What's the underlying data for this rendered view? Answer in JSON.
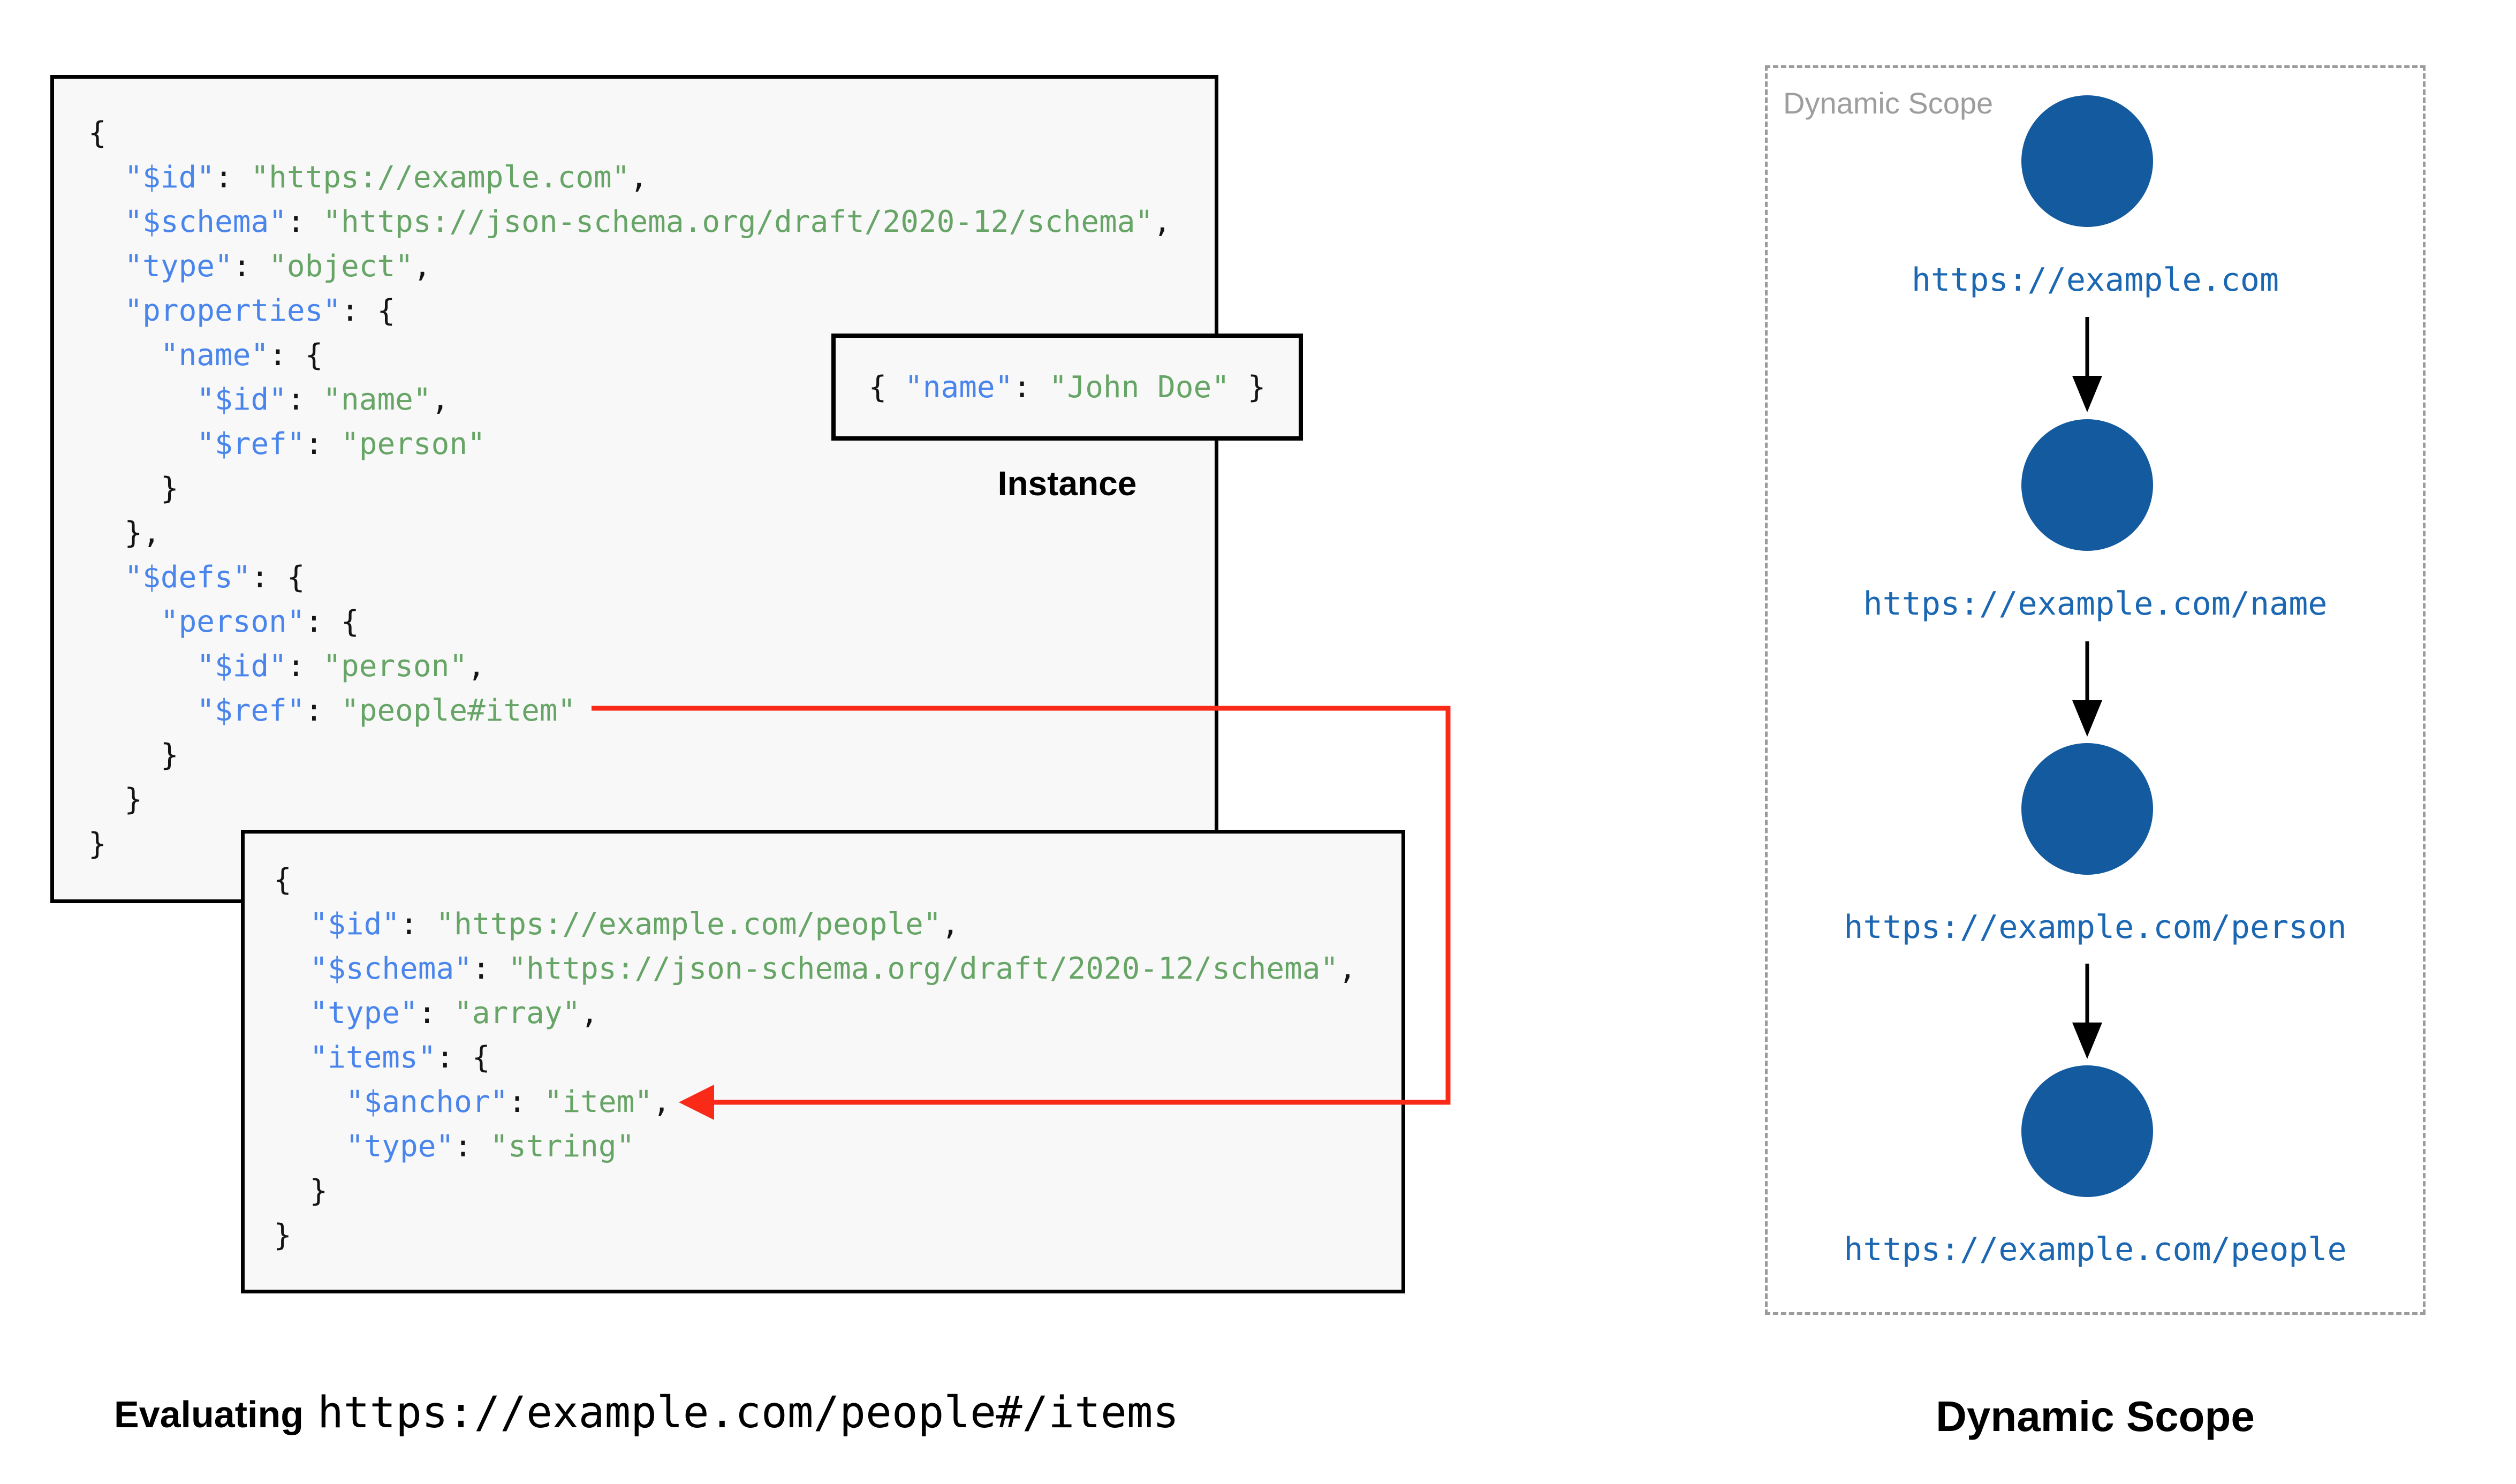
{
  "colors": {
    "page_bg": "#ffffff",
    "box_bg": "#f8f8f8",
    "box_border": "#000000",
    "code_key": "#4a85ec",
    "code_value": "#67a567",
    "code_punct": "#141414",
    "ref_arrow_red": "#fa2a19",
    "scope_node_blue": "#145a9e",
    "scope_url_blue": "#1b67b2",
    "dashed_border_gray": "#9b9b9b",
    "scope_tag_gray": "#9d9d9d"
  },
  "labels": {
    "instance": "Instance",
    "evaluating": "Evaluating",
    "evaluating_uri": "https://example.com/people#/items",
    "dynamic_scope_caption": "Dynamic Scope"
  },
  "code": {
    "schema_root": [
      [
        [
          "p",
          "{"
        ]
      ],
      [
        [
          "p",
          "  "
        ],
        [
          "k",
          "\"$id\""
        ],
        [
          "p",
          ": "
        ],
        [
          "v",
          "\"https://example.com\""
        ],
        [
          "p",
          ","
        ]
      ],
      [
        [
          "p",
          "  "
        ],
        [
          "k",
          "\"$schema\""
        ],
        [
          "p",
          ": "
        ],
        [
          "v",
          "\"https://json-schema.org/draft/2020-12/schema\""
        ],
        [
          "p",
          ","
        ]
      ],
      [
        [
          "p",
          "  "
        ],
        [
          "k",
          "\"type\""
        ],
        [
          "p",
          ": "
        ],
        [
          "v",
          "\"object\""
        ],
        [
          "p",
          ","
        ]
      ],
      [
        [
          "p",
          "  "
        ],
        [
          "k",
          "\"properties\""
        ],
        [
          "p",
          ": {"
        ]
      ],
      [
        [
          "p",
          "    "
        ],
        [
          "k",
          "\"name\""
        ],
        [
          "p",
          ": {"
        ]
      ],
      [
        [
          "p",
          "      "
        ],
        [
          "k",
          "\"$id\""
        ],
        [
          "p",
          ": "
        ],
        [
          "v",
          "\"name\""
        ],
        [
          "p",
          ","
        ]
      ],
      [
        [
          "p",
          "      "
        ],
        [
          "k",
          "\"$ref\""
        ],
        [
          "p",
          ": "
        ],
        [
          "v",
          "\"person\""
        ]
      ],
      [
        [
          "p",
          "    }"
        ]
      ],
      [
        [
          "p",
          "  },"
        ]
      ],
      [
        [
          "p",
          "  "
        ],
        [
          "k",
          "\"$defs\""
        ],
        [
          "p",
          ": {"
        ]
      ],
      [
        [
          "p",
          "    "
        ],
        [
          "k",
          "\"person\""
        ],
        [
          "p",
          ": {"
        ]
      ],
      [
        [
          "p",
          "      "
        ],
        [
          "k",
          "\"$id\""
        ],
        [
          "p",
          ": "
        ],
        [
          "v",
          "\"person\""
        ],
        [
          "p",
          ","
        ]
      ],
      [
        [
          "p",
          "      "
        ],
        [
          "k",
          "\"$ref\""
        ],
        [
          "p",
          ": "
        ],
        [
          "v",
          "\"people#item\""
        ]
      ],
      [
        [
          "p",
          "    }"
        ]
      ],
      [
        [
          "p",
          "  }"
        ]
      ],
      [
        [
          "p",
          "}"
        ]
      ]
    ],
    "schema_people": [
      [
        [
          "p",
          "{"
        ]
      ],
      [
        [
          "p",
          "  "
        ],
        [
          "k",
          "\"$id\""
        ],
        [
          "p",
          ": "
        ],
        [
          "v",
          "\"https://example.com/people\""
        ],
        [
          "p",
          ","
        ]
      ],
      [
        [
          "p",
          "  "
        ],
        [
          "k",
          "\"$schema\""
        ],
        [
          "p",
          ": "
        ],
        [
          "v",
          "\"https://json-schema.org/draft/2020-12/schema\""
        ],
        [
          "p",
          ","
        ]
      ],
      [
        [
          "p",
          "  "
        ],
        [
          "k",
          "\"type\""
        ],
        [
          "p",
          ": "
        ],
        [
          "v",
          "\"array\""
        ],
        [
          "p",
          ","
        ]
      ],
      [
        [
          "p",
          "  "
        ],
        [
          "k",
          "\"items\""
        ],
        [
          "p",
          ": {"
        ]
      ],
      [
        [
          "p",
          "    "
        ],
        [
          "k",
          "\"$anchor\""
        ],
        [
          "p",
          ": "
        ],
        [
          "v",
          "\"item\""
        ],
        [
          "p",
          ","
        ]
      ],
      [
        [
          "p",
          "    "
        ],
        [
          "k",
          "\"type\""
        ],
        [
          "p",
          ": "
        ],
        [
          "v",
          "\"string\""
        ]
      ],
      [
        [
          "p",
          "  }"
        ]
      ],
      [
        [
          "p",
          "}"
        ]
      ]
    ],
    "instance": [
      [
        [
          "p",
          "{ "
        ],
        [
          "k",
          "\"name\""
        ],
        [
          "p",
          ": "
        ],
        [
          "v",
          "\"John Doe\""
        ],
        [
          "p",
          " }"
        ]
      ]
    ]
  },
  "dynamic_scope": {
    "panel_label": "Dynamic Scope",
    "items": [
      {
        "url": "https://example.com"
      },
      {
        "url": "https://example.com/name"
      },
      {
        "url": "https://example.com/person"
      },
      {
        "url": "https://example.com/people"
      }
    ]
  }
}
